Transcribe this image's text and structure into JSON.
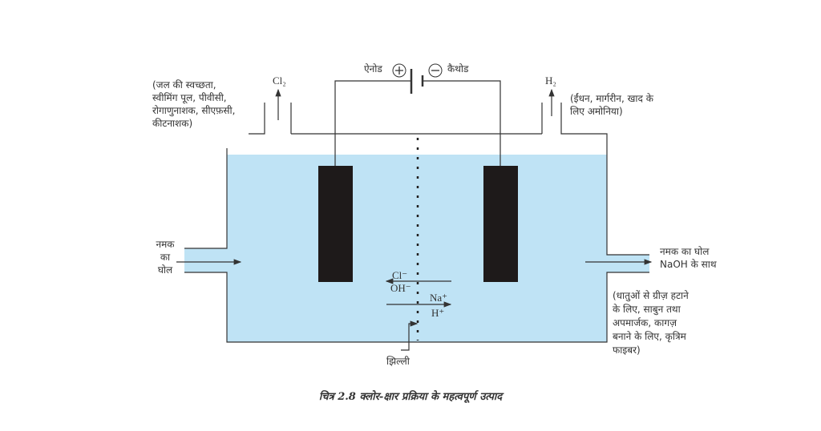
{
  "labels": {
    "anode": "ऐनोड",
    "cathode": "कैथोड",
    "plus": "+",
    "minus": "−",
    "cl2": "Cl₂",
    "h2": "H₂",
    "cl2_uses": [
      "(जल की स्वच्छता,",
      "स्वीमिंग पूल, पीवीसी,",
      "रोगाणुनाशक, सीएफ़सी,",
      "कीटनाशक)"
    ],
    "h2_uses": [
      "(ईंधन, मार्गरीन, खाद के",
      "लिए अमोनिया)"
    ],
    "brine_in": [
      "नमक",
      "का",
      "घोल"
    ],
    "brine_out": [
      "नमक का घोल",
      "NaOH के साथ"
    ],
    "naoh_uses": [
      "(धातुओं से ग्रीज़ हटाने",
      "के लिए, साबुन तथा",
      "अपमार्जक, कागज़",
      "बनाने के लिए, कृत्रिम",
      "फाइबर)"
    ],
    "ions_left": [
      "Cl⁻",
      "OH⁻"
    ],
    "ions_right": [
      "Na⁺",
      "H⁺"
    ],
    "membrane": "झिल्ली"
  },
  "caption": "चित्र 2.8 क्लोर-क्षार प्रक्रिया के महत्वपूर्ण उत्पाद",
  "colors": {
    "solution": "#bfe3f5",
    "electrode": "#1e1a1a",
    "line": "#333333"
  }
}
